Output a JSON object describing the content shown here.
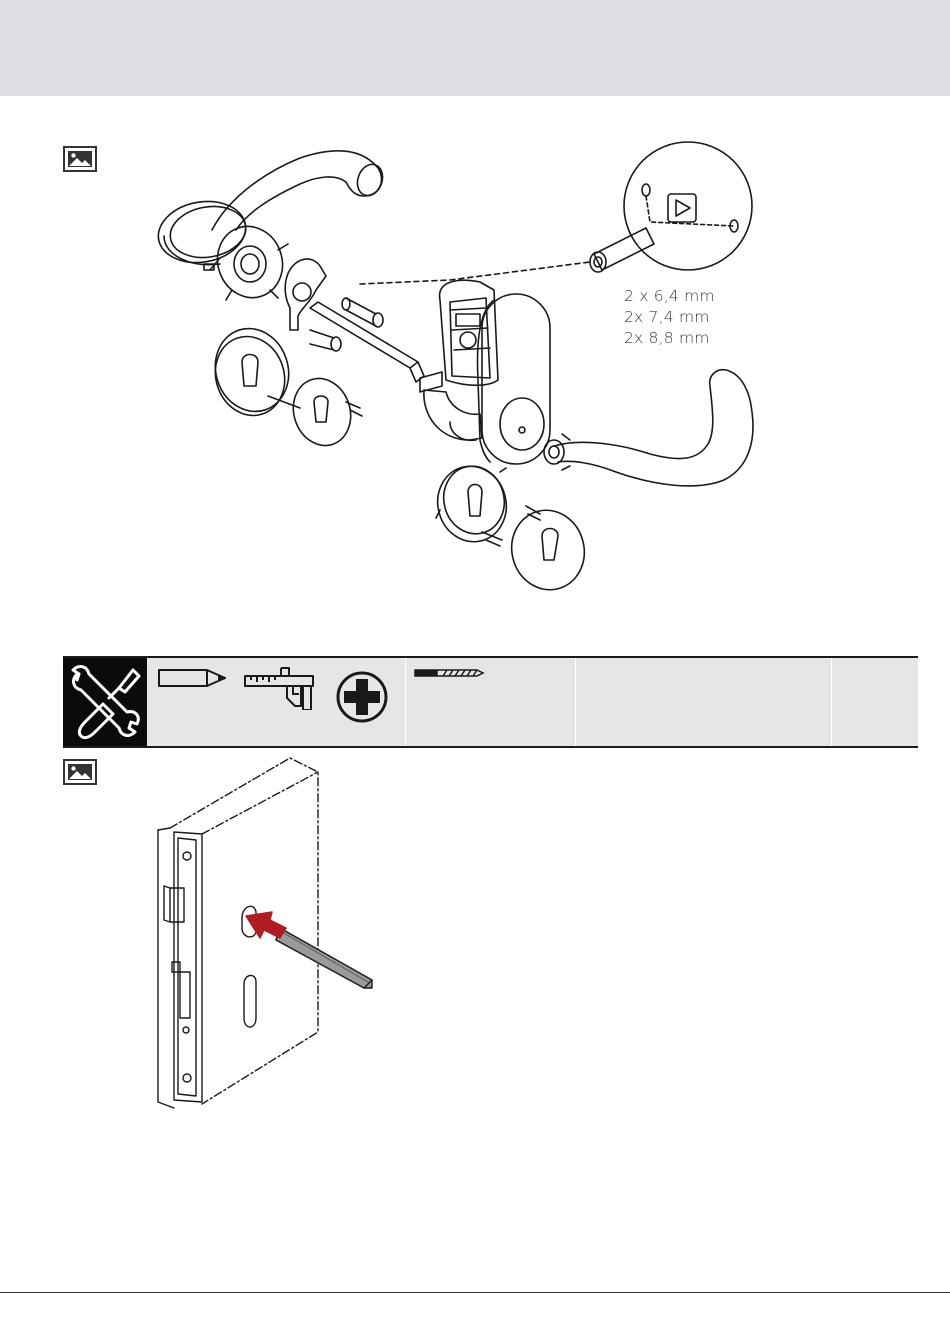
{
  "figure_top": {
    "image_icon": "image-placeholder-icon",
    "dimensions": [
      "2 x 6,4 mm",
      "2x 7,4 mm",
      "2x 8,8 mm"
    ]
  },
  "tools_bar": {
    "icons": [
      "tools-wrench-screwdriver-icon",
      "pencil-icon",
      "caliper-icon",
      "phillips-screwdriver-icon",
      "drill-bit-icon"
    ]
  },
  "figure_bottom": {
    "image_icon": "image-placeholder-icon"
  },
  "colors": {
    "header_band": "#dedfe3",
    "tools_bar": "#e6e6e8",
    "arrow": "#b01c22",
    "line_art": "#1a1a1a"
  }
}
